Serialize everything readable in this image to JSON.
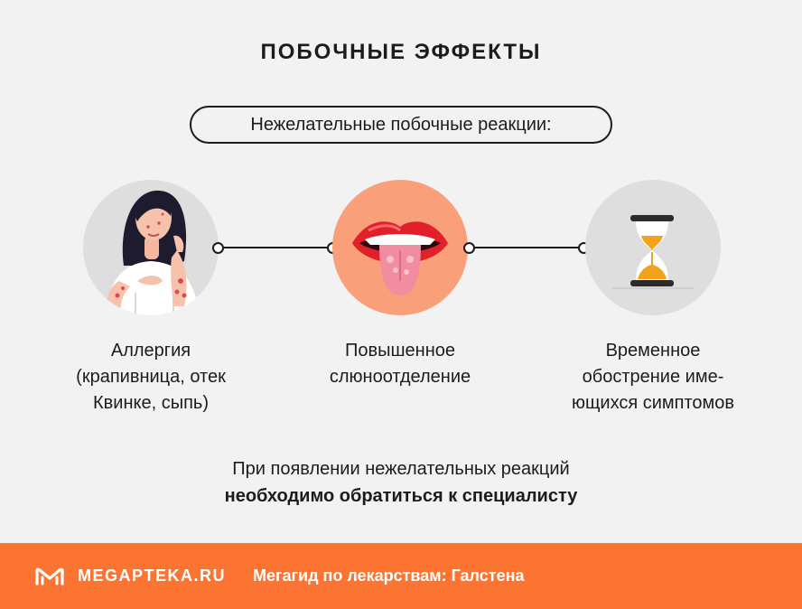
{
  "header": {
    "title": "ПОБОЧНЫЕ ЭФФЕКТЫ"
  },
  "intro": {
    "label": "Нежелательные побочные реакции:"
  },
  "effects": [
    {
      "icon": "woman-rash-icon",
      "lines": [
        "Аллергия",
        "(крапивница, отек",
        "Квинке, сыпь)"
      ]
    },
    {
      "icon": "mouth-tongue-icon",
      "lines": [
        "Повышенное",
        "слюноотделение"
      ]
    },
    {
      "icon": "hourglass-icon",
      "lines": [
        "Временное",
        "обострение име-",
        "ющихся симптомов"
      ]
    }
  ],
  "note": {
    "line1": "При появлении нежелательных реакций",
    "line2": "необходимо обратиться к специалисту"
  },
  "footer": {
    "brand": "MEGAPTEKA.RU",
    "tagline": "Мегагид по лекарствам: Галстена",
    "color": "#fb7432"
  }
}
